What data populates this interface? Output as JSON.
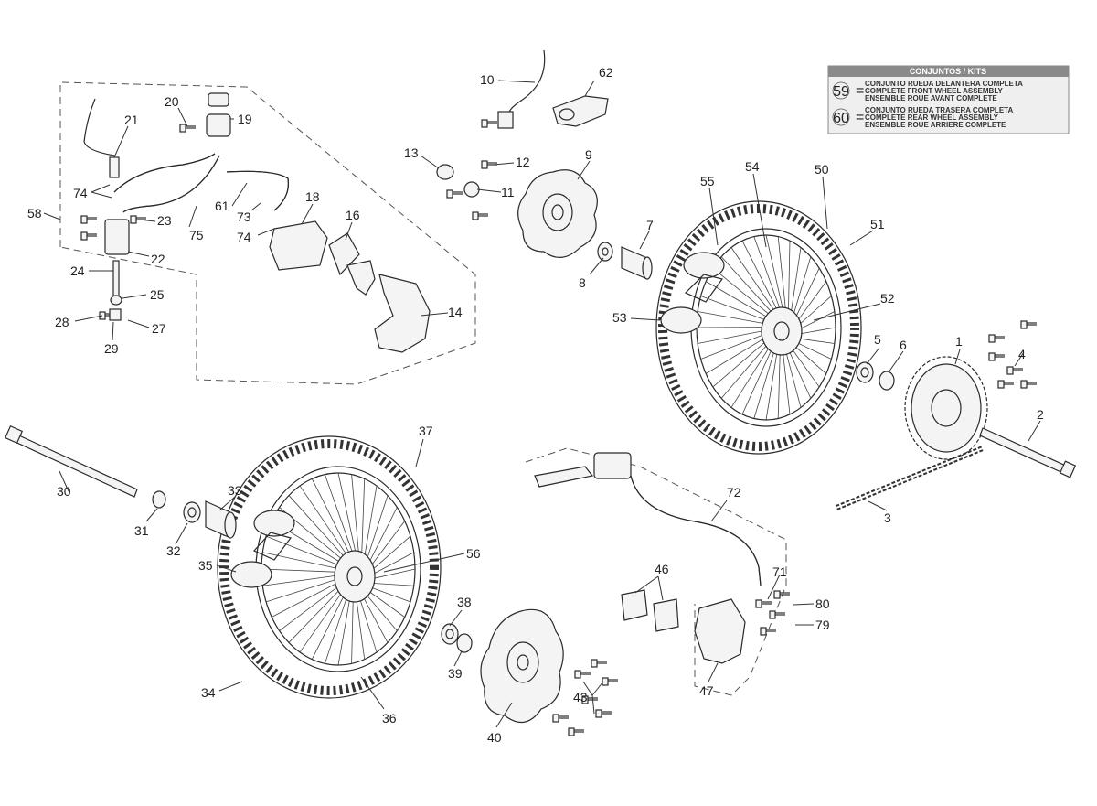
{
  "kits": {
    "header": "CONJUNTOS / KITS",
    "items": [
      {
        "num": "59",
        "lines": [
          "CONJUNTO RUEDA DELANTERA COMPLETA",
          "COMPLETE FRONT WHEEL ASSEMBLY",
          "ENSEMBLE ROUE AVANT COMPLETE"
        ]
      },
      {
        "num": "60",
        "lines": [
          "CONJUNTO RUEDA TRASERA COMPLETA",
          "COMPLETE REAR WHEEL ASSEMBLY",
          "ENSEMBLE ROUE ARRIERE COMPLETE"
        ]
      }
    ]
  },
  "callouts": [
    "1",
    "2",
    "3",
    "4",
    "5",
    "6",
    "7",
    "8",
    "9",
    "10",
    "11",
    "12",
    "13",
    "14",
    "16",
    "18",
    "19",
    "20",
    "21",
    "22",
    "23",
    "24",
    "25",
    "27",
    "28",
    "29",
    "30",
    "31",
    "32",
    "33",
    "34",
    "35",
    "36",
    "37",
    "38",
    "39",
    "40",
    "43",
    "46",
    "47",
    "50",
    "51",
    "52",
    "53",
    "54",
    "55",
    "56",
    "58",
    "61",
    "62",
    "71",
    "72",
    "73",
    "74",
    "74",
    "75",
    "79",
    "80"
  ],
  "colors": {
    "line": "#2a2a2a",
    "kit_header_bg": "#8a8a8a",
    "kit_box_bg": "#efefef"
  }
}
